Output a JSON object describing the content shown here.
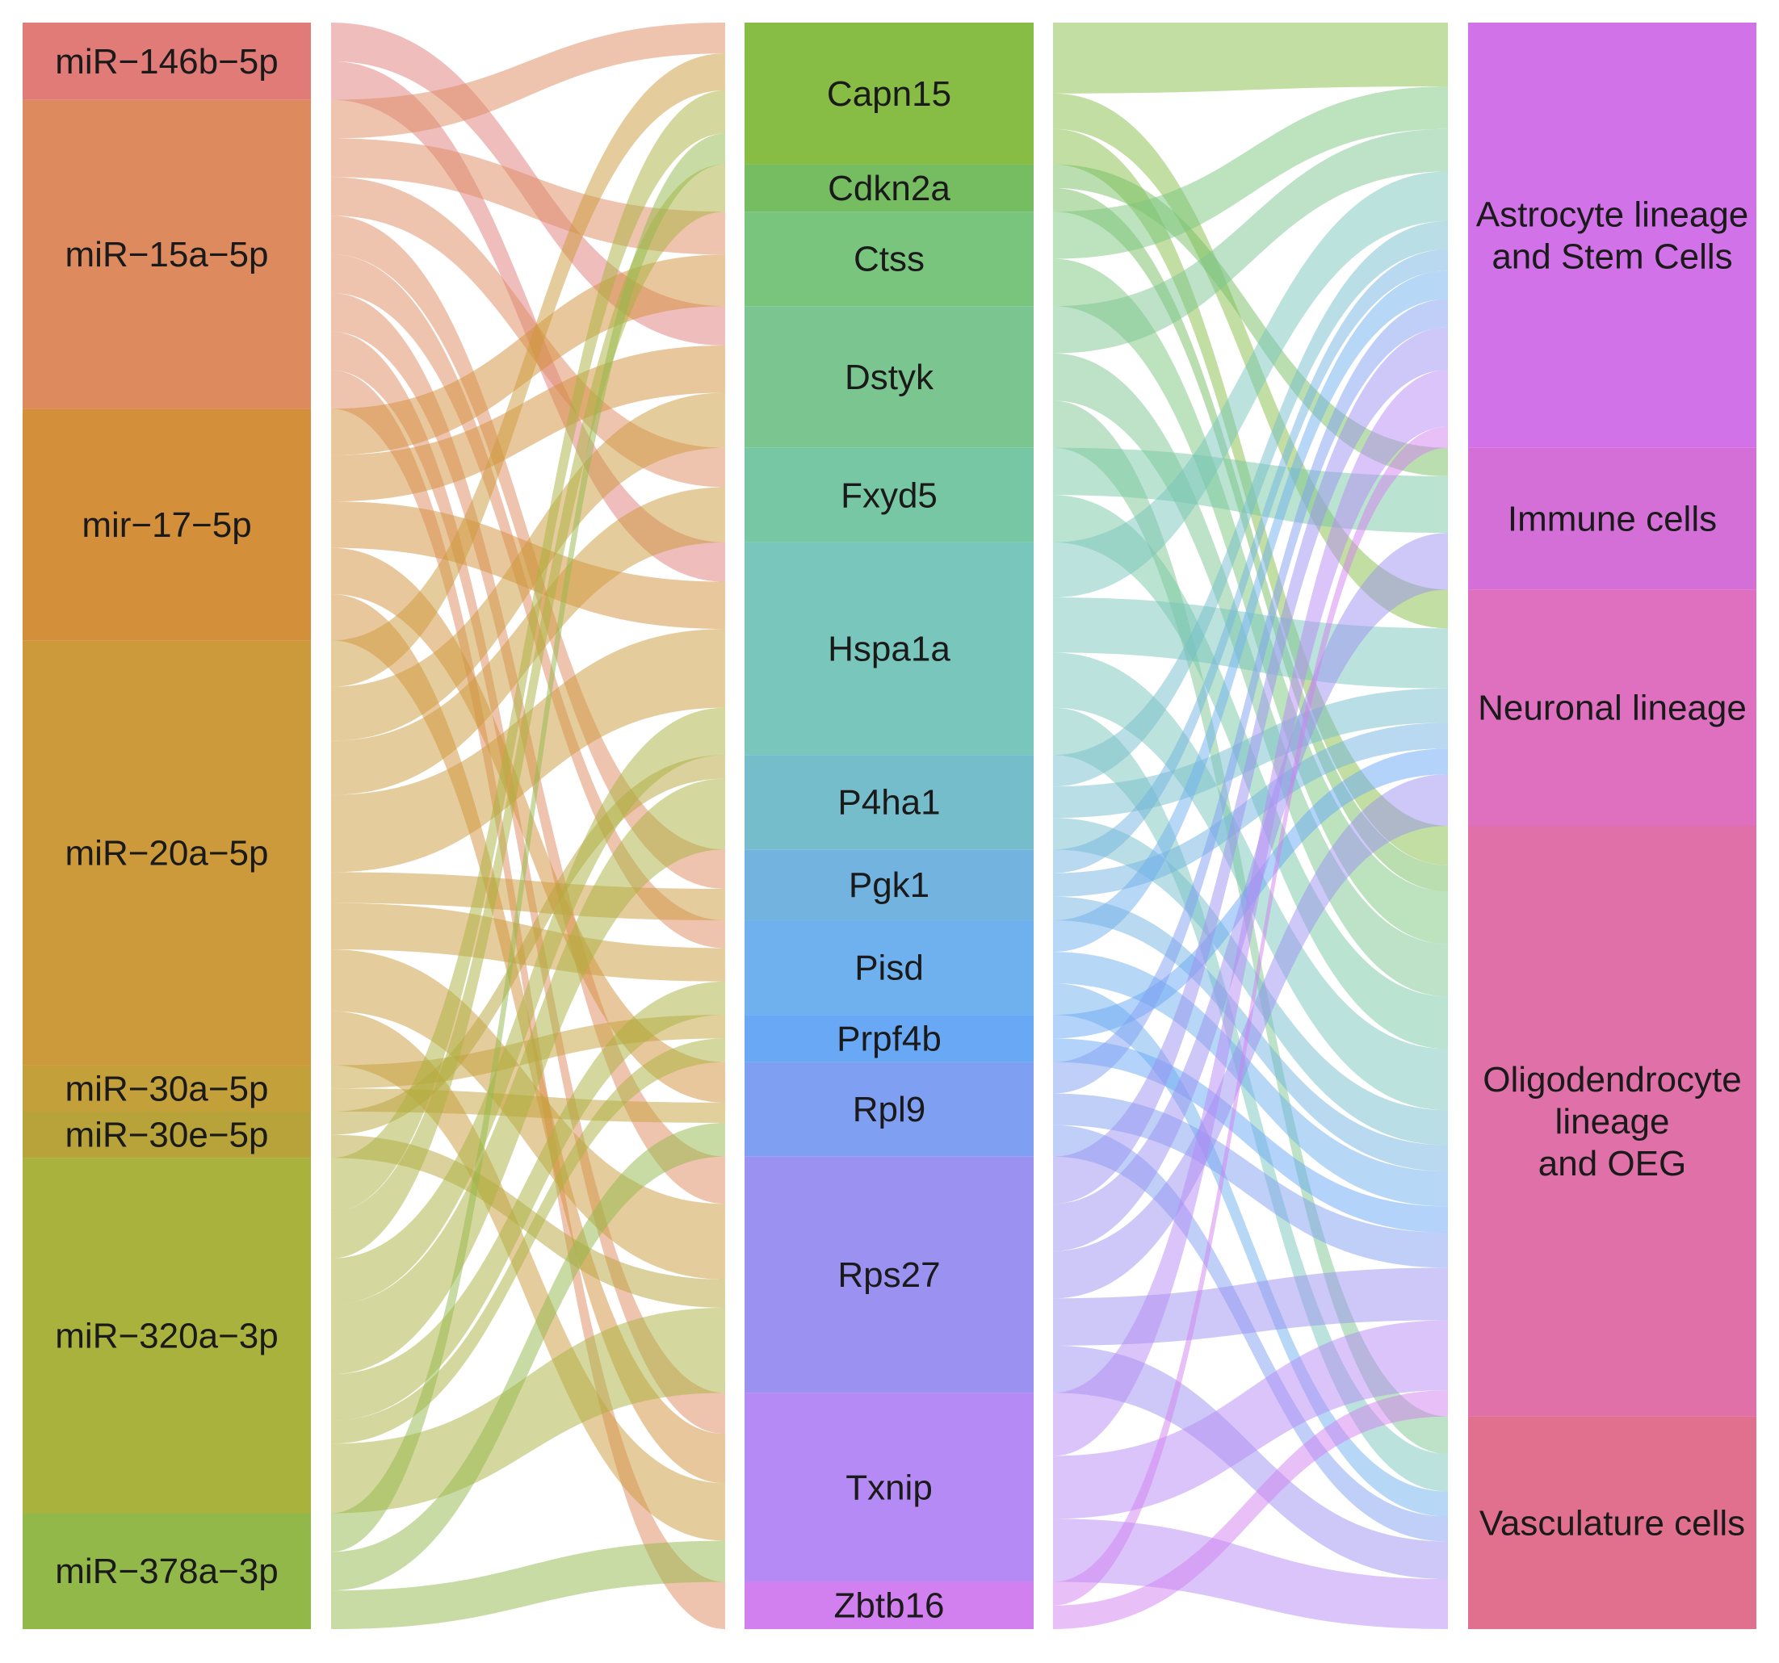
{
  "chart_data": {
    "type": "alluvial",
    "axes": [
      {
        "nodes": [
          {
            "label": "miR−146b−5p",
            "size": 1,
            "color": "#e07b78"
          },
          {
            "label": "miR−15a−5p",
            "size": 4,
            "color": "#dd8a5f"
          },
          {
            "label": "mir−17−5p",
            "size": 3,
            "color": "#d38f3a"
          },
          {
            "label": "miR−20a−5p",
            "size": 5.5,
            "color": "#cc9a3a"
          },
          {
            "label": "miR−30a−5p",
            "size": 0.6,
            "color": "#c4a03a"
          },
          {
            "label": "miR−30e−5p",
            "size": 0.6,
            "color": "#b7a33a"
          },
          {
            "label": "miR−320a−3p",
            "size": 4.6,
            "color": "#a9b23d"
          },
          {
            "label": "miR−378a−3p",
            "size": 1.5,
            "color": "#93b84a"
          }
        ]
      },
      {
        "nodes": [
          {
            "label": "Capn15",
            "size": 1.8,
            "color": "#88bd45"
          },
          {
            "label": "Cdkn2a",
            "size": 0.6,
            "color": "#76bd62"
          },
          {
            "label": "Ctss",
            "size": 1.2,
            "color": "#7ac57e"
          },
          {
            "label": "Dstyk",
            "size": 1.8,
            "color": "#7bc690"
          },
          {
            "label": "Fxyd5",
            "size": 1.2,
            "color": "#78c7a4"
          },
          {
            "label": "Hspa1a",
            "size": 2.7,
            "color": "#78c6bc"
          },
          {
            "label": "P4ha1",
            "size": 1.2,
            "color": "#76bdcc"
          },
          {
            "label": "Pgk1",
            "size": 0.9,
            "color": "#72b3e0"
          },
          {
            "label": "Pisd",
            "size": 1.2,
            "color": "#6fb0ee"
          },
          {
            "label": "Prpf4b",
            "size": 0.6,
            "color": "#69a8f5"
          },
          {
            "label": "Rpl9",
            "size": 1.2,
            "color": "#7f9ff2"
          },
          {
            "label": "Rps27",
            "size": 3,
            "color": "#9b91f0"
          },
          {
            "label": "Txnip",
            "size": 2.4,
            "color": "#b58af5"
          },
          {
            "label": "Zbtb16",
            "size": 0.6,
            "color": "#d27ff0"
          }
        ]
      },
      {
        "nodes": [
          {
            "label": "Astrocyte lineage\nand Stem Cells",
            "size": 5.4,
            "color": "#d272e8"
          },
          {
            "label": "Immune cells",
            "size": 1.8,
            "color": "#d46fd8"
          },
          {
            "label": "Neuronal lineage",
            "size": 3,
            "color": "#df6fbf"
          },
          {
            "label": "Oligodendrocyte\nlineage\nand OEG",
            "size": 7.5,
            "color": "#e070a8"
          },
          {
            "label": "Vasculature cells",
            "size": 2.7,
            "color": "#e0708e"
          }
        ]
      }
    ],
    "flows_left": [
      [
        0,
        3,
        0.5
      ],
      [
        0,
        5,
        0.5
      ],
      [
        1,
        0,
        0.5
      ],
      [
        1,
        2,
        0.5
      ],
      [
        1,
        4,
        0.5
      ],
      [
        1,
        7,
        0.5
      ],
      [
        1,
        8,
        0.5
      ],
      [
        1,
        11,
        0.5
      ],
      [
        1,
        12,
        0.5
      ],
      [
        1,
        13,
        0.5
      ],
      [
        2,
        2,
        0.6
      ],
      [
        2,
        3,
        0.6
      ],
      [
        2,
        5,
        0.6
      ],
      [
        2,
        10,
        0.6
      ],
      [
        2,
        12,
        0.6
      ],
      [
        3,
        0,
        0.6
      ],
      [
        3,
        3,
        0.7
      ],
      [
        3,
        4,
        0.7
      ],
      [
        3,
        5,
        1
      ],
      [
        3,
        7,
        0.4
      ],
      [
        3,
        8,
        0.6
      ],
      [
        3,
        11,
        0.8
      ],
      [
        3,
        12,
        0.7
      ],
      [
        4,
        9,
        0.3
      ],
      [
        4,
        10,
        0.3
      ],
      [
        5,
        6,
        0.3
      ],
      [
        5,
        11,
        0.3
      ],
      [
        6,
        0,
        0.7
      ],
      [
        6,
        1,
        0.6
      ],
      [
        6,
        5,
        0.6
      ],
      [
        6,
        6,
        0.9
      ],
      [
        6,
        8,
        0.6
      ],
      [
        6,
        9,
        0.3
      ],
      [
        6,
        11,
        0.9
      ],
      [
        7,
        0,
        0.5
      ],
      [
        7,
        12,
        0.5
      ],
      [
        7,
        10,
        0.5
      ]
    ],
    "flows_right": [
      [
        0,
        0,
        0.9
      ],
      [
        0,
        2,
        0.45
      ],
      [
        0,
        3,
        0.45
      ],
      [
        1,
        1,
        0.3
      ],
      [
        1,
        3,
        0.3
      ],
      [
        2,
        0,
        0.6
      ],
      [
        2,
        3,
        0.6
      ],
      [
        3,
        0,
        0.6
      ],
      [
        3,
        3,
        0.6
      ],
      [
        3,
        4,
        0.6
      ],
      [
        4,
        1,
        0.6
      ],
      [
        4,
        3,
        0.6
      ],
      [
        5,
        0,
        0.7
      ],
      [
        5,
        2,
        0.7
      ],
      [
        5,
        3,
        0.7
      ],
      [
        5,
        4,
        0.6
      ],
      [
        6,
        0,
        0.4
      ],
      [
        6,
        2,
        0.4
      ],
      [
        6,
        3,
        0.4
      ],
      [
        7,
        0,
        0.3
      ],
      [
        7,
        2,
        0.3
      ],
      [
        7,
        3,
        0.3
      ],
      [
        8,
        0,
        0.4
      ],
      [
        8,
        3,
        0.4
      ],
      [
        8,
        4,
        0.4
      ],
      [
        9,
        2,
        0.3
      ],
      [
        9,
        3,
        0.3
      ],
      [
        10,
        0,
        0.4
      ],
      [
        10,
        3,
        0.4
      ],
      [
        10,
        4,
        0.4
      ],
      [
        11,
        0,
        0.6
      ],
      [
        11,
        1,
        0.6
      ],
      [
        11,
        2,
        0.6
      ],
      [
        11,
        3,
        0.6
      ],
      [
        11,
        4,
        0.6
      ],
      [
        12,
        0,
        0.8
      ],
      [
        12,
        3,
        0.8
      ],
      [
        12,
        4,
        0.8
      ],
      [
        13,
        0,
        0.3
      ],
      [
        13,
        3,
        0.3
      ]
    ]
  }
}
